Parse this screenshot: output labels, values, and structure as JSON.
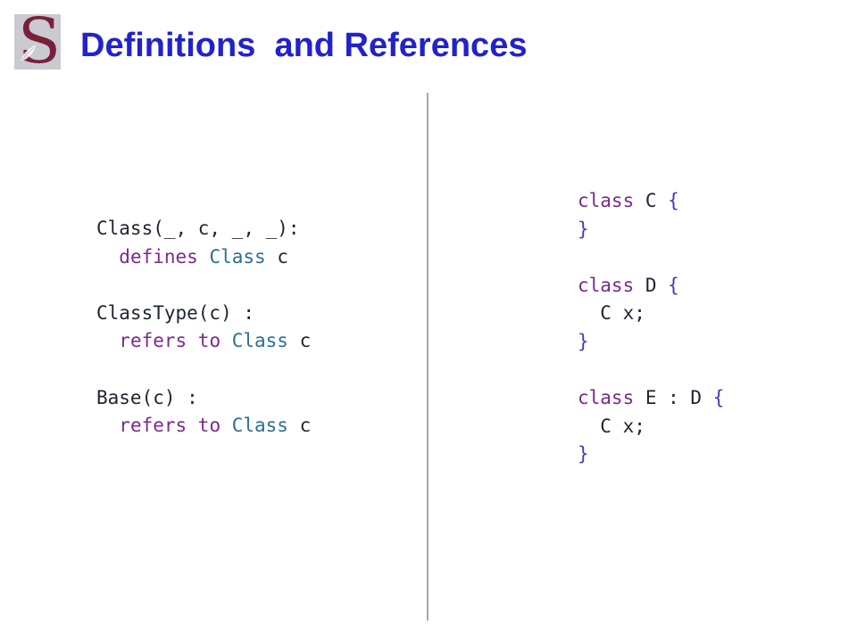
{
  "header": {
    "title": "Definitions  and References",
    "logo": {
      "letter": "S",
      "icon": "university-crest-icon",
      "color": "#7a1f3a"
    }
  },
  "colors": {
    "title": "#2222cc",
    "keyword": "#7a2a8c",
    "brace": "#5433b8",
    "reference": "#2a6f93",
    "text": "#1e2430",
    "divider": "#a8a8a8"
  },
  "left_code": {
    "lines": [
      {
        "plain": "Class(_, c, _, _):"
      },
      {
        "indent": "  ",
        "keyword": "defines ",
        "ref": "Class ",
        "plain": "c"
      },
      {
        "plain": ""
      },
      {
        "plain": "ClassType(c) :"
      },
      {
        "indent": "  ",
        "keyword": "refers to ",
        "ref": "Class ",
        "plain": "c"
      },
      {
        "plain": ""
      },
      {
        "plain": "Base(c) :"
      },
      {
        "indent": "  ",
        "keyword": "refers to ",
        "ref": "Class ",
        "plain": "c"
      }
    ]
  },
  "right_code": {
    "lines": [
      {
        "keyword": "class ",
        "plain": "C ",
        "brace": "{"
      },
      {
        "brace": "}"
      },
      {
        "plain": ""
      },
      {
        "keyword": "class ",
        "plain": "D ",
        "brace": "{"
      },
      {
        "indent": "  ",
        "plain": "C x;"
      },
      {
        "brace": "}"
      },
      {
        "plain": ""
      },
      {
        "keyword": "class ",
        "plain": "E : D ",
        "brace": "{"
      },
      {
        "indent": "  ",
        "plain": "C x;"
      },
      {
        "brace": "}"
      }
    ]
  }
}
